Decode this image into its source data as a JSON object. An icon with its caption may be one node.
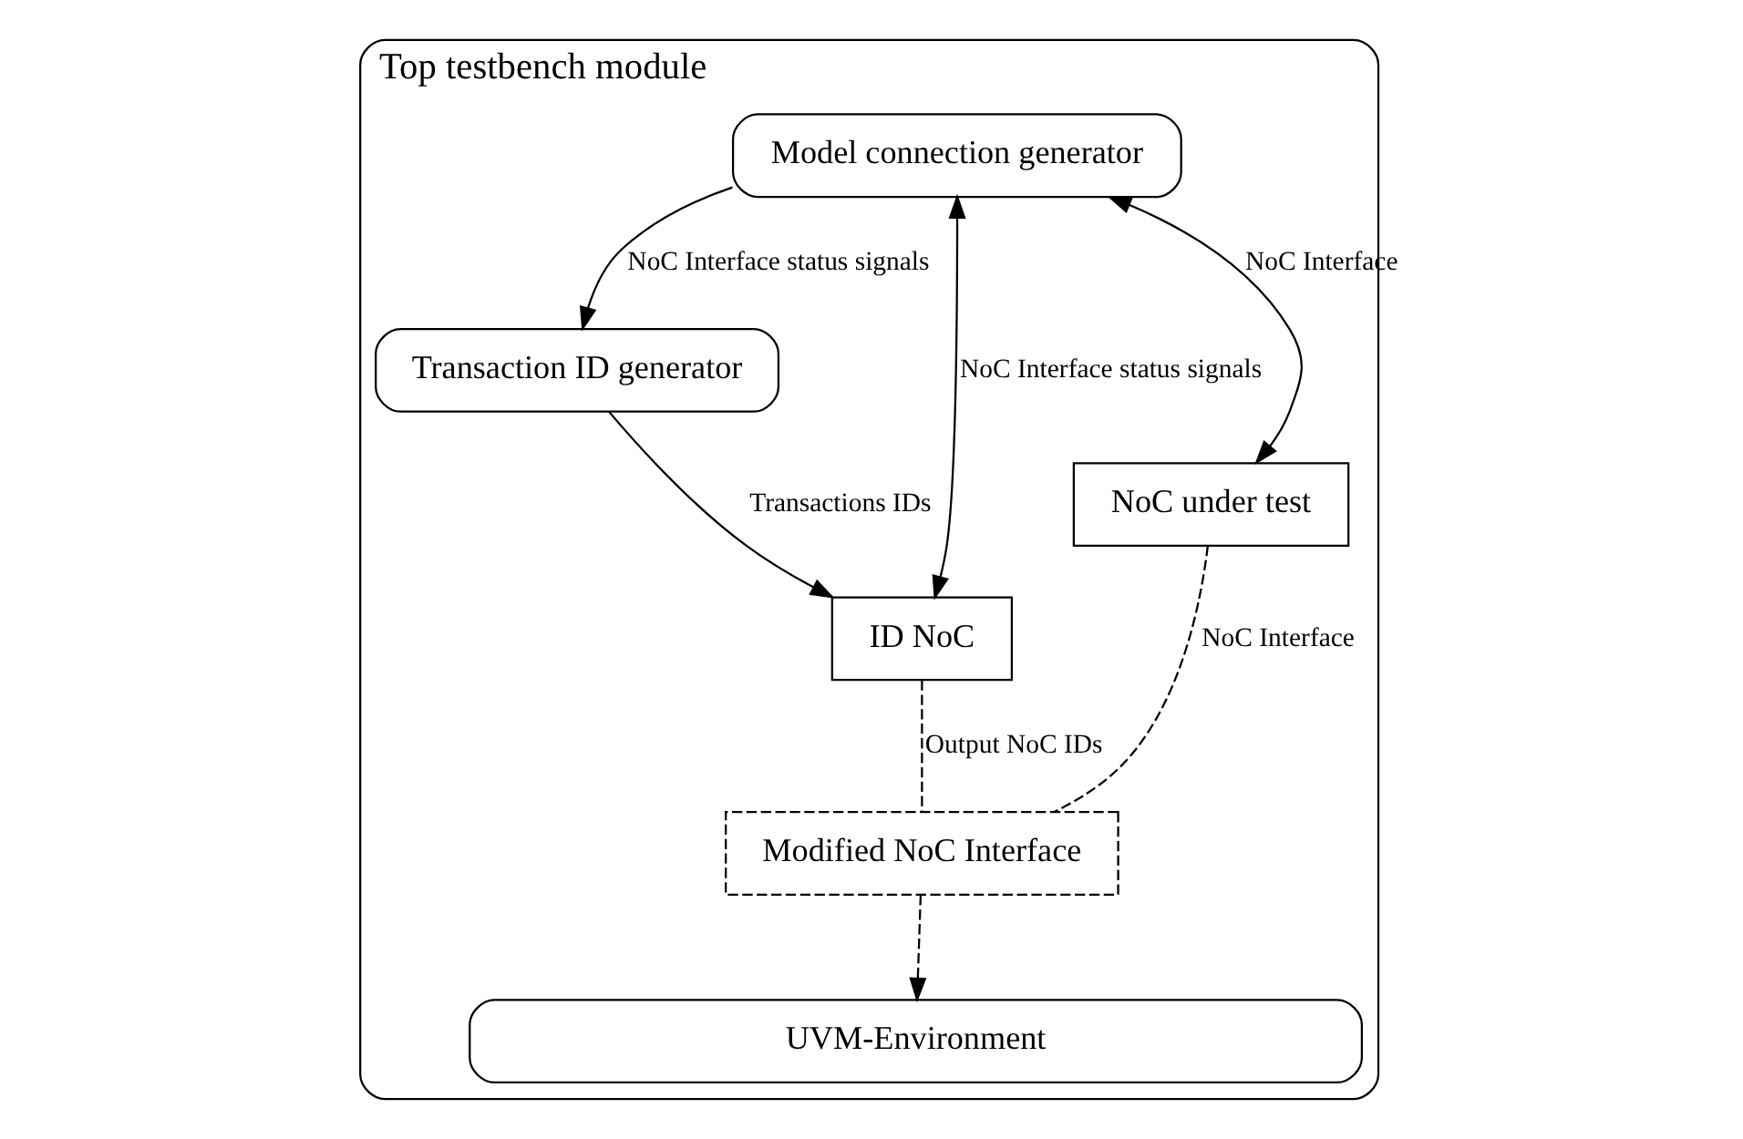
{
  "diagram": {
    "nodes": [
      {
        "text": [
          "Top testbench module"
        ]
      },
      {
        "text": [
          "Transaction ID generator"
        ],
        "in": 0
      },
      {
        "text": [
          "Model connection generator"
        ],
        "in": 0
      },
      {
        "text": [
          "NoC under test"
        ],
        "in": 0
      },
      {
        "text": [
          "ID NoC"
        ],
        "in": 0
      },
      {
        "text": [
          "Modified NoC Interface"
        ],
        "in": 0
      },
      {
        "text": [
          "UVM-Environment"
        ],
        "in": 0
      }
    ],
    "edges": [
      {
        "from": 2,
        "to": 1,
        "arrow": "to",
        "label": "NoC Interface status signals"
      },
      {
        "from": 2,
        "to": 3,
        "arrow": "both",
        "label": "NoC Interface"
      },
      {
        "from": 2,
        "to": 4,
        "arrow": "both",
        "label": "NoC Interface status signals"
      },
      {
        "from": 1,
        "to": 4,
        "arrow": "to",
        "label": "Transactions IDs"
      },
      {
        "from": 3,
        "to": 5,
        "arrow": "none",
        "label": "NoC Interface",
        "style": "dashed"
      },
      {
        "from": 4,
        "to": 5,
        "arrow": "none",
        "label": "Output NoC IDs",
        "style": "dashed"
      },
      {
        "from": 5,
        "to": 6,
        "arrow": "to",
        "style": "dashed"
      }
    ]
  }
}
